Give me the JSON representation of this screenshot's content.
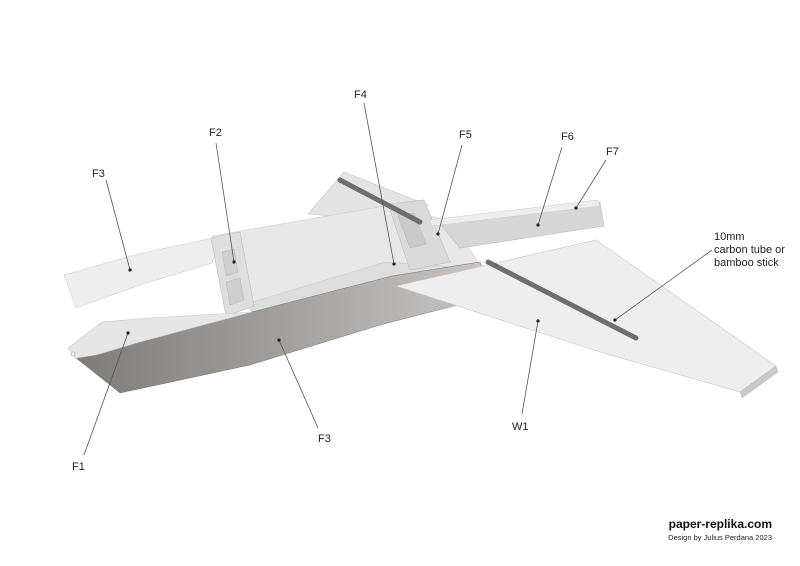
{
  "labels": {
    "f1": "F1",
    "f2": "F2",
    "f3_top": "F3",
    "f3_bottom": "F3",
    "f4": "F4",
    "f5": "F5",
    "f6": "F6",
    "f7": "F7",
    "w1": "W1",
    "tube_line1": "10mm",
    "tube_line2": "carbon tube or",
    "tube_line3": "bamboo stick"
  },
  "brand": {
    "site": "paper-replika.com",
    "credit": "Design by Julius Perdana 2023"
  },
  "colors": {
    "panel_light": "#ececec",
    "panel_mid": "#dcdcdc",
    "side_dark": "#8f8b88",
    "tube": "#6e6e6e"
  }
}
